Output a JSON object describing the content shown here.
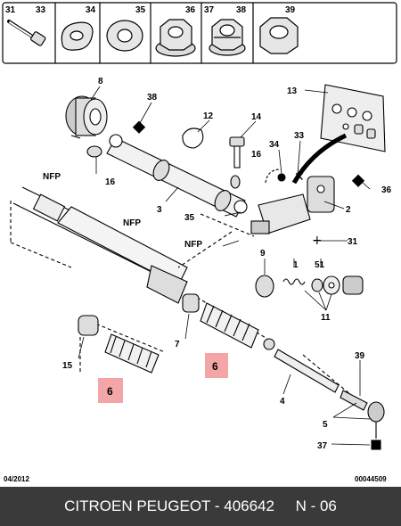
{
  "header_boxes": [
    {
      "left": "31",
      "right": "33",
      "icon": "screw-icon"
    },
    {
      "right": "34",
      "icon": "cam-washer-icon"
    },
    {
      "right": "35",
      "icon": "washer-icon"
    },
    {
      "right": "36",
      "icon": "flange-nut-icon"
    },
    {
      "left": "37",
      "right": "38",
      "icon": "self-locking-nut-icon"
    },
    {
      "right": "39",
      "icon": "hex-nut-icon"
    }
  ],
  "callouts": {
    "c1": "1",
    "c2": "2",
    "c3": "3",
    "c4": "4",
    "c5": "5",
    "c6a": "6",
    "c6b": "6",
    "c7": "7",
    "c8": "8",
    "c9": "9",
    "c11": "11",
    "c12": "12",
    "c13": "13",
    "c14": "14",
    "c15": "15",
    "c16a": "16",
    "c16b": "16",
    "c31": "31",
    "c33": "33",
    "c34": "34",
    "c35": "35",
    "c36": "36",
    "c37": "37",
    "c38": "38",
    "c39": "39",
    "c51": "51",
    "nfp1": "NFP",
    "nfp2": "NFP",
    "nfp3": "NFP"
  },
  "date_code": "04/2012",
  "ref_code": "00044509",
  "footer_text": "CITROEN PEUGEOT - 406642     N - 06",
  "colors": {
    "highlight": "#f4a6a6",
    "footer_bg": "#3a3a3a"
  }
}
